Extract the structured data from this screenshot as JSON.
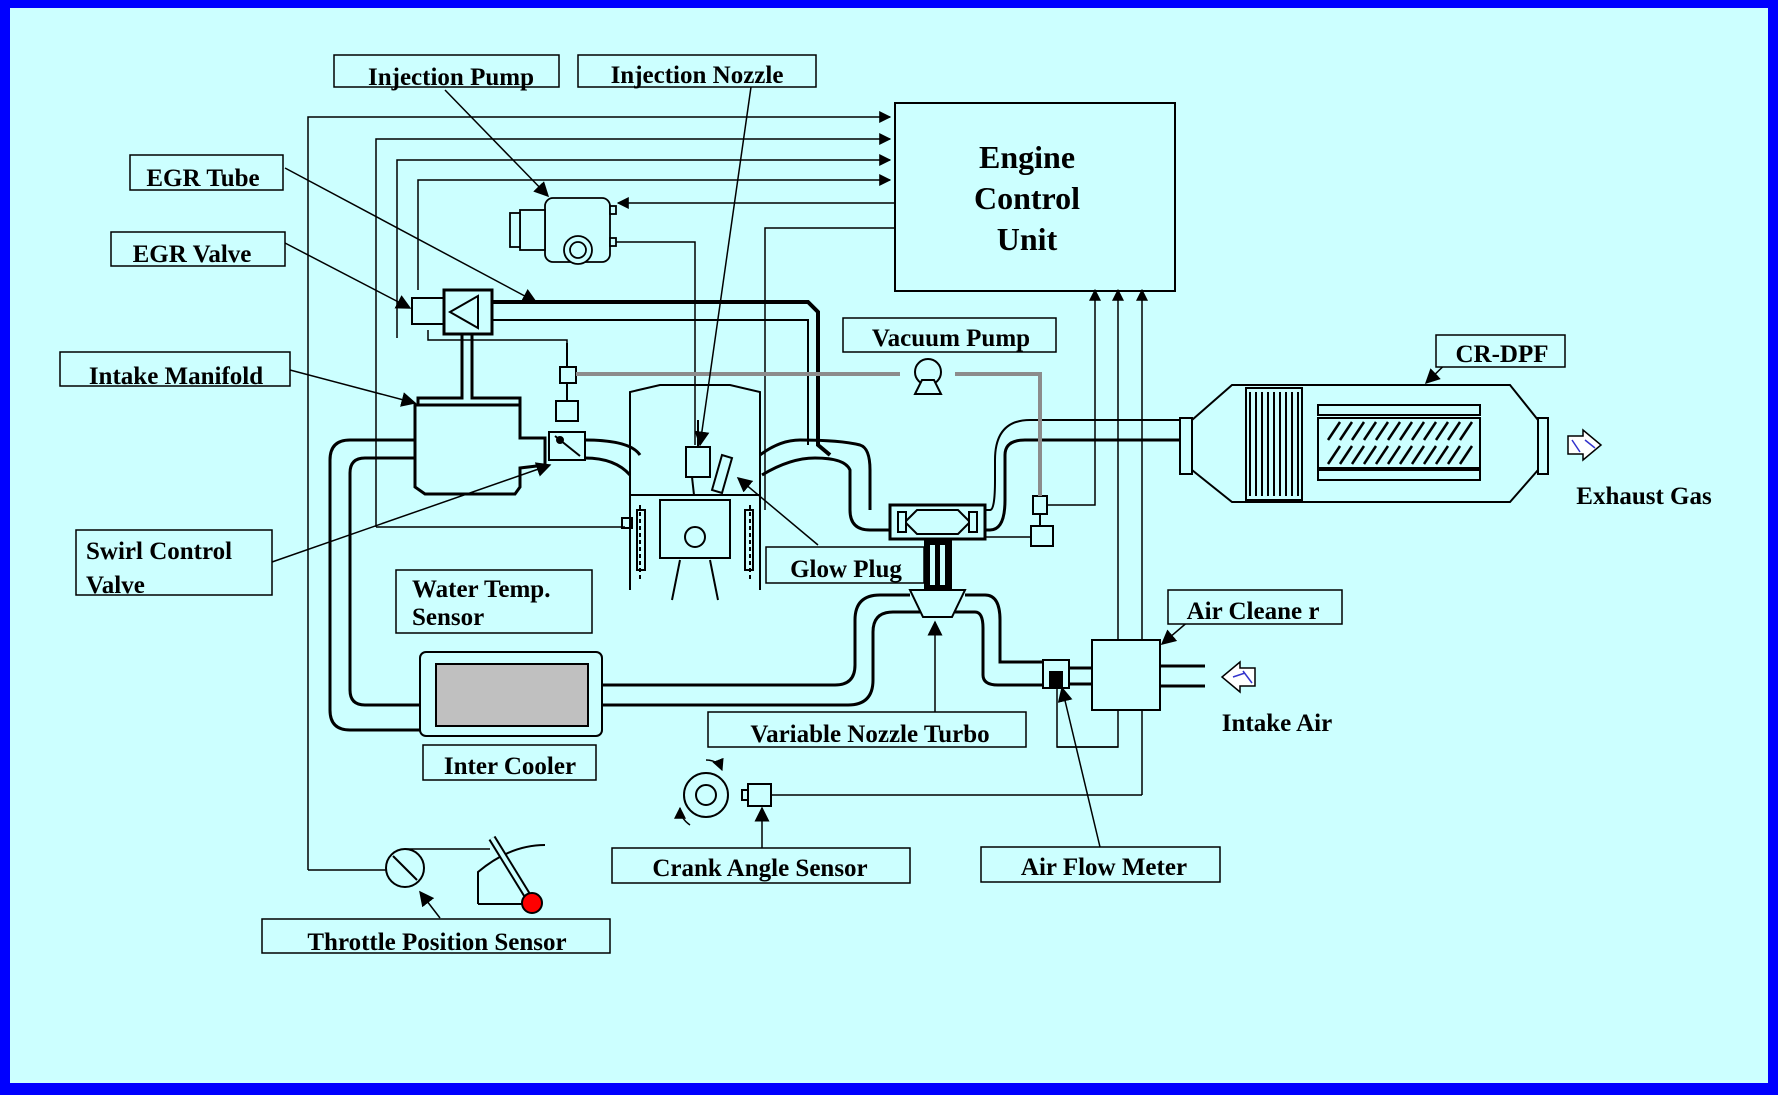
{
  "colors": {
    "frame": "#0000ff",
    "panel": "#ccffff",
    "line": "#000000",
    "vacuum_line": "#8c8c8c",
    "cooler_core": "#c0c0c0",
    "pedal_knob": "#ff0000"
  },
  "labels": {
    "injection_pump": "Injection Pump",
    "injection_nozzle": "Injection Nozzle",
    "egr_tube": "EGR Tube",
    "egr_valve": "EGR Valve",
    "intake_manifold": "Intake Manifold",
    "swirl_line1": "Swirl Control",
    "swirl_line2": "Valve",
    "water_line1": "Water Temp.",
    "water_line2": "Sensor",
    "glow_plug": "Glow Plug",
    "vacuum_pump": "Vacuum Pump",
    "cr_dpf": "CR-DPF",
    "exhaust_gas": "Exhaust Gas",
    "air_cleaner": "Air  Cleane r",
    "intake_air": "Intake Air",
    "variable_nozzle_turbo": "Variable Nozzle Turbo",
    "inter_cooler": "Inter Cooler",
    "crank_angle_sensor": "Crank Angle Sensor",
    "air_flow_meter": "Air Flow Meter",
    "throttle_position_sensor": "Throttle Position Sensor",
    "ecu_line1": "Engine",
    "ecu_line2": "Control",
    "ecu_line3": "Unit"
  },
  "icons": {
    "exhaust_arrow": "arrow-right-icon",
    "intake_arrow": "arrow-left-icon"
  }
}
